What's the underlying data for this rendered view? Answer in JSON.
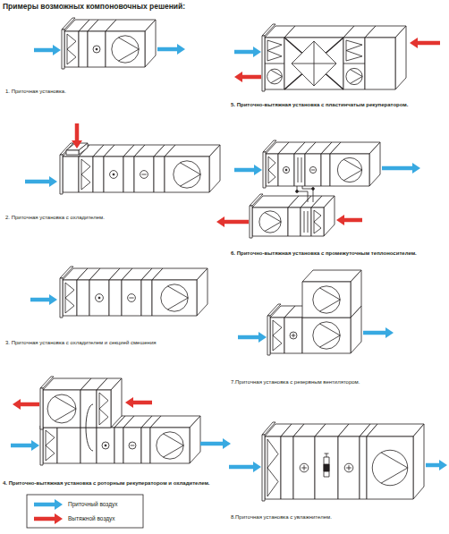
{
  "diagram": {
    "title": "Примеры возможных компоновочных решений:",
    "labels": [
      "1. Приточная установка.",
      "2. Приточная установка с охладителем.",
      "3. Приточная установка с охладителем и секцией смешения",
      "4. Приточно-вытяжная установка с роторным рекуператором и охладителем.",
      "5. Приточно-вытяжная установка с пластинчатым рекуператором.",
      "6. Приточно-вытяжная установка с промежуточным теплоносителем.",
      "7.Приточная установка с резервным вентилятором.",
      "8.Приточная установка с увлажнителем."
    ],
    "legend": [
      {
        "text": "Приточный воздух"
      },
      {
        "text": "Вытяжной воздух"
      }
    ]
  }
}
